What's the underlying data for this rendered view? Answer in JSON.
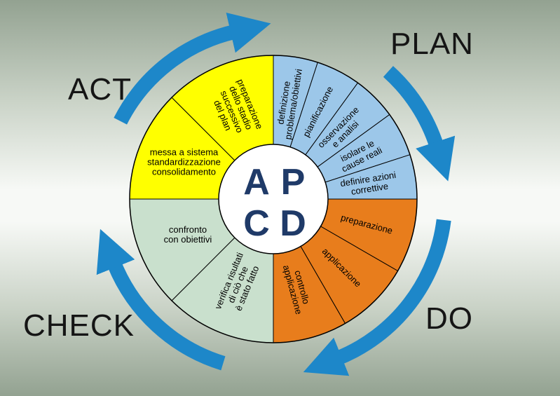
{
  "diagram": {
    "type": "pdca-cycle",
    "center_letters": [
      "A",
      "P",
      "C",
      "D"
    ],
    "phase_labels": {
      "plan": "PLAN",
      "do": "DO",
      "check": "CHECK",
      "act": "ACT"
    },
    "colors": {
      "plan": "#9cc7e9",
      "do": "#e87d1c",
      "check": "#c9e0cd",
      "act": "#ffff00",
      "arrow": "#1d87c9",
      "letters": "#1f3a68",
      "outline": "#000000"
    },
    "segments": [
      {
        "quadrant": "plan",
        "lines": [
          "definizione",
          "problema/obiettivi"
        ],
        "start": 0,
        "end": 18,
        "rot": -81,
        "r": 138
      },
      {
        "quadrant": "plan",
        "lines": [
          "pianificazione"
        ],
        "start": 18,
        "end": 36,
        "rot": -63,
        "r": 140
      },
      {
        "quadrant": "plan",
        "lines": [
          "osservazione",
          "e analisi"
        ],
        "start": 36,
        "end": 54,
        "rot": -45,
        "r": 138
      },
      {
        "quadrant": "plan",
        "lines": [
          "isolare le",
          "cause reali"
        ],
        "start": 54,
        "end": 72,
        "rot": -27,
        "r": 138
      },
      {
        "quadrant": "plan",
        "lines": [
          "definire azioni",
          "correttive"
        ],
        "start": 72,
        "end": 90,
        "rot": -9,
        "r": 138
      },
      {
        "quadrant": "do",
        "lines": [
          "preparazione"
        ],
        "start": 90,
        "end": 120,
        "rot": 15,
        "r": 138
      },
      {
        "quadrant": "do",
        "lines": [
          "applicazione"
        ],
        "start": 120,
        "end": 150,
        "rot": 45,
        "r": 138
      },
      {
        "quadrant": "do",
        "lines": [
          "controllo",
          "applicazione"
        ],
        "start": 150,
        "end": 180,
        "rot": 75,
        "r": 132
      },
      {
        "quadrant": "check",
        "lines": [
          "verifica risultati",
          "di ciò che",
          "è stato fatto"
        ],
        "start": 180,
        "end": 225,
        "rot": -67.5,
        "r": 132
      },
      {
        "quadrant": "check",
        "lines": [
          "confronto",
          "con obiettivi"
        ],
        "start": 225,
        "end": 270,
        "rot": 0,
        "r": 132
      },
      {
        "quadrant": "act",
        "lines": [
          "messa a sistema",
          "standardizzazione",
          "consolidamento"
        ],
        "start": 270,
        "end": 315,
        "rot": 0,
        "r": 138
      },
      {
        "quadrant": "act",
        "lines": [
          "preparazione",
          "dello stadio",
          "successivo",
          "del plan"
        ],
        "start": 315,
        "end": 360,
        "rot": 67.5,
        "r": 138
      }
    ],
    "arrows": [
      {
        "from": 297,
        "to": 347
      },
      {
        "from": 42,
        "to": 72
      },
      {
        "from": 97,
        "to": 158
      },
      {
        "from": 197,
        "to": 248
      }
    ]
  }
}
